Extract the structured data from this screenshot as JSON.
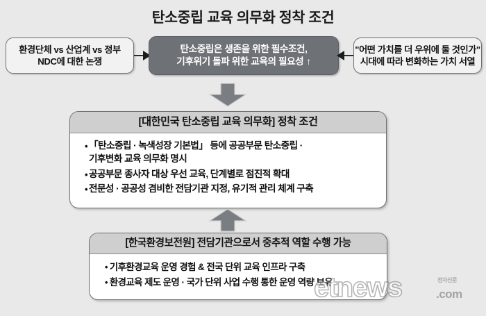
{
  "page": {
    "title": "탄소중립 교육 의무화 정착 조건",
    "background_color": "#e9e9e9"
  },
  "top_row": {
    "left_box": {
      "name": "environmental-debate-box",
      "line1": "환경단체 vs 산업계 vs 정부",
      "line2": "NDC에 대한 논쟁"
    },
    "center_box": {
      "name": "carbon-neutral-emphasis-box",
      "line1": "탄소중립은 생존을 위한 필수조건,",
      "line2": "기후위기 돌파 위한 교육의 필요성",
      "trend_symbol": "↑",
      "fill_color": "#6e7175",
      "text_color": "#ffffff"
    },
    "right_box": {
      "name": "value-hierarchy-box",
      "line1": "\"어떤 가치를 더 우위에 둘 것인가\"",
      "line2": "시대에 따라 변화하는 가치 서열"
    }
  },
  "connectors": {
    "left_arrow": "arrow-right",
    "right_arrow": "arrow-left",
    "down_arrow": "arrow-down",
    "up_arrow": "arrow-up",
    "arrow_color": "#7a7d81"
  },
  "main_panel": {
    "header": "[대한민국 탄소중립 교육 의무화] 정착 조건",
    "bullet_symbol": "•",
    "bullets": [
      {
        "line1": "「탄소중립 · 녹색성장 기본법」 등에 공공부문 탄소중립 ·",
        "line2": "기후변화 교육 의무화 명시"
      },
      {
        "line1": "공공부문 종사자 대상 우선 교육, 단계별로 점진적 확대",
        "line2": ""
      },
      {
        "line1": "전문성 · 공공성 겸비한 전담기관 지정, 유기적 관리 체계 구축",
        "line2": ""
      }
    ]
  },
  "sub_panel": {
    "header": "[한국환경보전원] 전담기관으로서 중추적 역할 수행 가능",
    "bullet_symbol": "•",
    "bullets": [
      {
        "line1": "기후환경교육 운영 경험 & 전국 단위 교육 인프라 구축",
        "line2": ""
      },
      {
        "line1": "환경교육 제도 운영 · 국가 단위 사업 수행 통한 운영 역량 보유",
        "line2": ""
      }
    ]
  },
  "watermark": {
    "main_text": "etnews",
    "suffix": ".com",
    "korean_label": "전자신문"
  }
}
